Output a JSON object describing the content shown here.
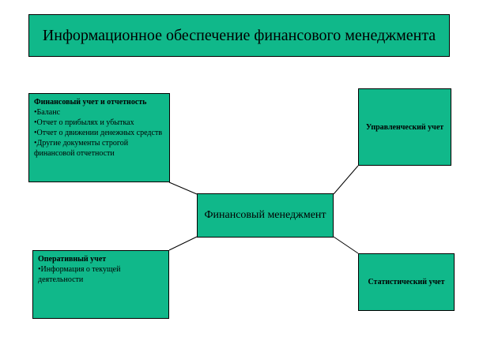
{
  "title": "Информационное обеспечение финансового менеджмента",
  "center": "Финансовый менеджмент",
  "accounting": {
    "title": "Финансовый учет и отчетность",
    "items": [
      "Баланс",
      "Отчет о прибылях и убытках",
      "Отчет о движении денежных средств",
      "Другие документы строгой финансовой отчетности"
    ]
  },
  "operative": {
    "title": "Оперативный учет",
    "items": [
      "Информация о текущей деятельности"
    ]
  },
  "management": {
    "title": "Управленческий учет"
  },
  "statistical": {
    "title": "Статистический учет"
  },
  "colors": {
    "box_fill": "#10b88a",
    "border": "#000000"
  }
}
